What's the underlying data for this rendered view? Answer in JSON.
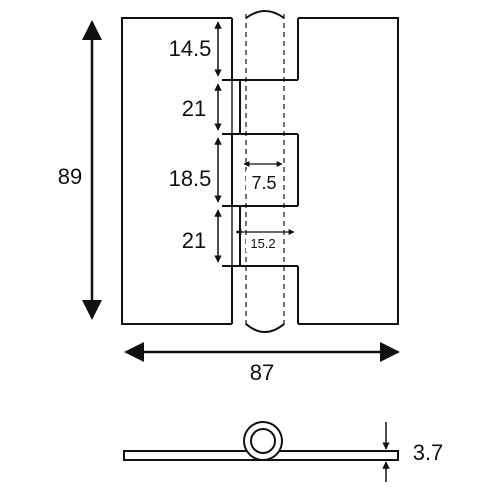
{
  "dimensions": {
    "height_total": "89",
    "width_total": "87",
    "thickness": "3.7",
    "knuckle_1": "14.5",
    "knuckle_2": "21",
    "knuckle_3": "18.5",
    "knuckle_4": "21",
    "hole_width": "7.5",
    "knuckle_width": "15.2"
  }
}
